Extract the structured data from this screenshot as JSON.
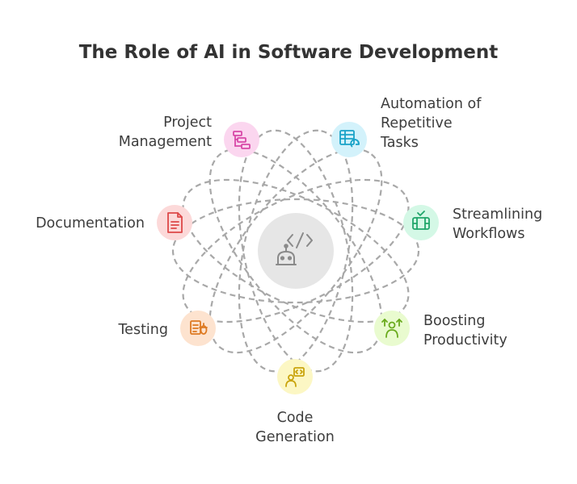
{
  "title": "The Role of AI in Software Development",
  "center": {
    "icon": "code-robot-icon"
  },
  "nodes": [
    {
      "id": "automation",
      "lines": [
        "Automation of",
        "Repetitive",
        "Tasks"
      ],
      "icon": "table-refresh-icon",
      "color": "#1aa3c8",
      "bg": "#d3f2fb"
    },
    {
      "id": "streamlining",
      "lines": [
        "Streamlining",
        "Workflows"
      ],
      "icon": "film-check-icon",
      "color": "#1fa56a",
      "bg": "#d4f8e6"
    },
    {
      "id": "boosting",
      "lines": [
        "Boosting",
        "Productivity"
      ],
      "icon": "person-arrows-icon",
      "color": "#6aab1e",
      "bg": "#e9fbcf"
    },
    {
      "id": "code-generation",
      "lines": [
        "Code",
        "Generation"
      ],
      "icon": "person-code-icon",
      "color": "#c9a40c",
      "bg": "#fcf7c4"
    },
    {
      "id": "testing",
      "lines": [
        "Testing"
      ],
      "icon": "bug-test-icon",
      "color": "#dd7a22",
      "bg": "#fde3cf"
    },
    {
      "id": "documentation",
      "lines": [
        "Documentation"
      ],
      "icon": "document-icon",
      "color": "#dd4848",
      "bg": "#fcd9d9"
    },
    {
      "id": "project-management",
      "lines": [
        "Project",
        "Management"
      ],
      "icon": "gantt-icon",
      "color": "#d848a8",
      "bg": "#fbd6ef"
    }
  ]
}
